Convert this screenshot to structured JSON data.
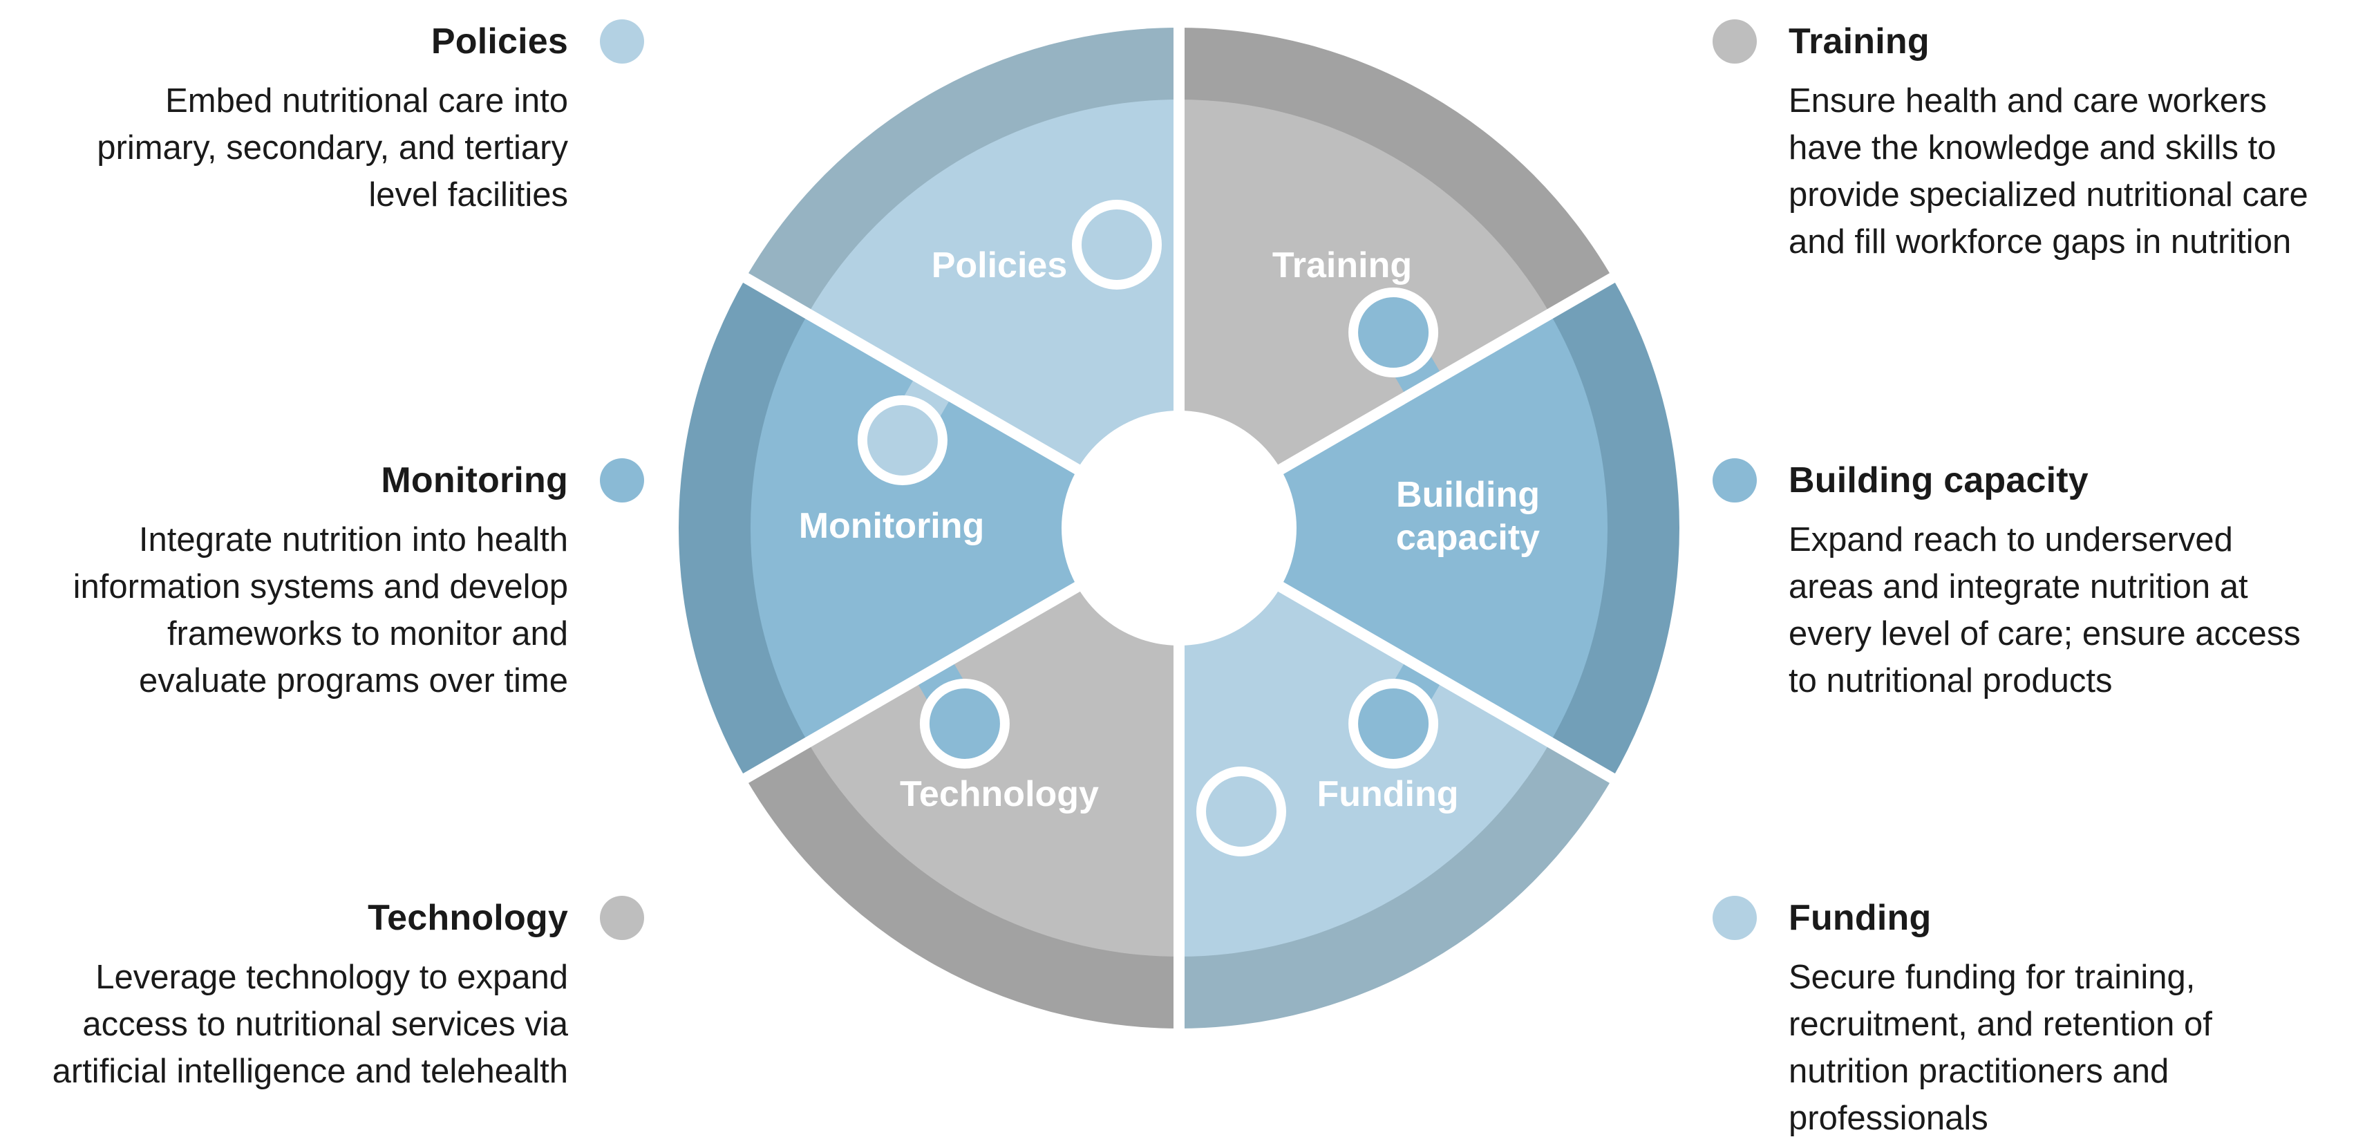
{
  "colors": {
    "light_blue": "#b3d1e3",
    "light_blue_rim": "#96b3c2",
    "mid_blue": "#8abad5",
    "mid_blue_rim": "#729fb8",
    "gray": "#bebebe",
    "gray_rim": "#a2a2a2",
    "text": "#1a1a1a",
    "label": "#ffffff"
  },
  "segments": [
    {
      "id": "policies",
      "label_lines": [
        "Policies"
      ],
      "title": "Policies",
      "description": "Embed nutritional care into primary, secondary, and tertiary level facilities",
      "fill": "light_blue",
      "rim": "light_blue_rim",
      "side": "left",
      "order": 0
    },
    {
      "id": "monitoring",
      "label_lines": [
        "Monitoring"
      ],
      "title": "Monitoring",
      "description": "Integrate nutrition into health information systems and develop frameworks to monitor and evaluate programs over time",
      "fill": "mid_blue",
      "rim": "mid_blue_rim",
      "side": "left",
      "order": 1
    },
    {
      "id": "technology",
      "label_lines": [
        "Technology"
      ],
      "title": "Technology",
      "description": "Leverage technology to expand access to nutritional services via artificial intelligence and telehealth",
      "fill": "gray",
      "rim": "gray_rim",
      "side": "left",
      "order": 2
    },
    {
      "id": "training",
      "label_lines": [
        "Training"
      ],
      "title": "Training",
      "description": "Ensure health and care workers have the knowledge and skills to provide specialized nutritional care and fill workforce gaps in nutrition",
      "fill": "gray",
      "rim": "gray_rim",
      "side": "right",
      "order": 0
    },
    {
      "id": "building-capacity",
      "label_lines": [
        "Building",
        "capacity"
      ],
      "title": "Building capacity",
      "description": "Expand reach to underserved areas and integrate nutrition at every level of care; ensure access to nutritional products",
      "fill": "mid_blue",
      "rim": "mid_blue_rim",
      "side": "right",
      "order": 1
    },
    {
      "id": "funding",
      "label_lines": [
        "Funding"
      ],
      "title": "Funding",
      "description": "Secure funding for training, recruitment, and retention of nutrition practitioners and professionals",
      "fill": "light_blue",
      "rim": "light_blue_rim",
      "side": "right",
      "order": 2
    }
  ]
}
